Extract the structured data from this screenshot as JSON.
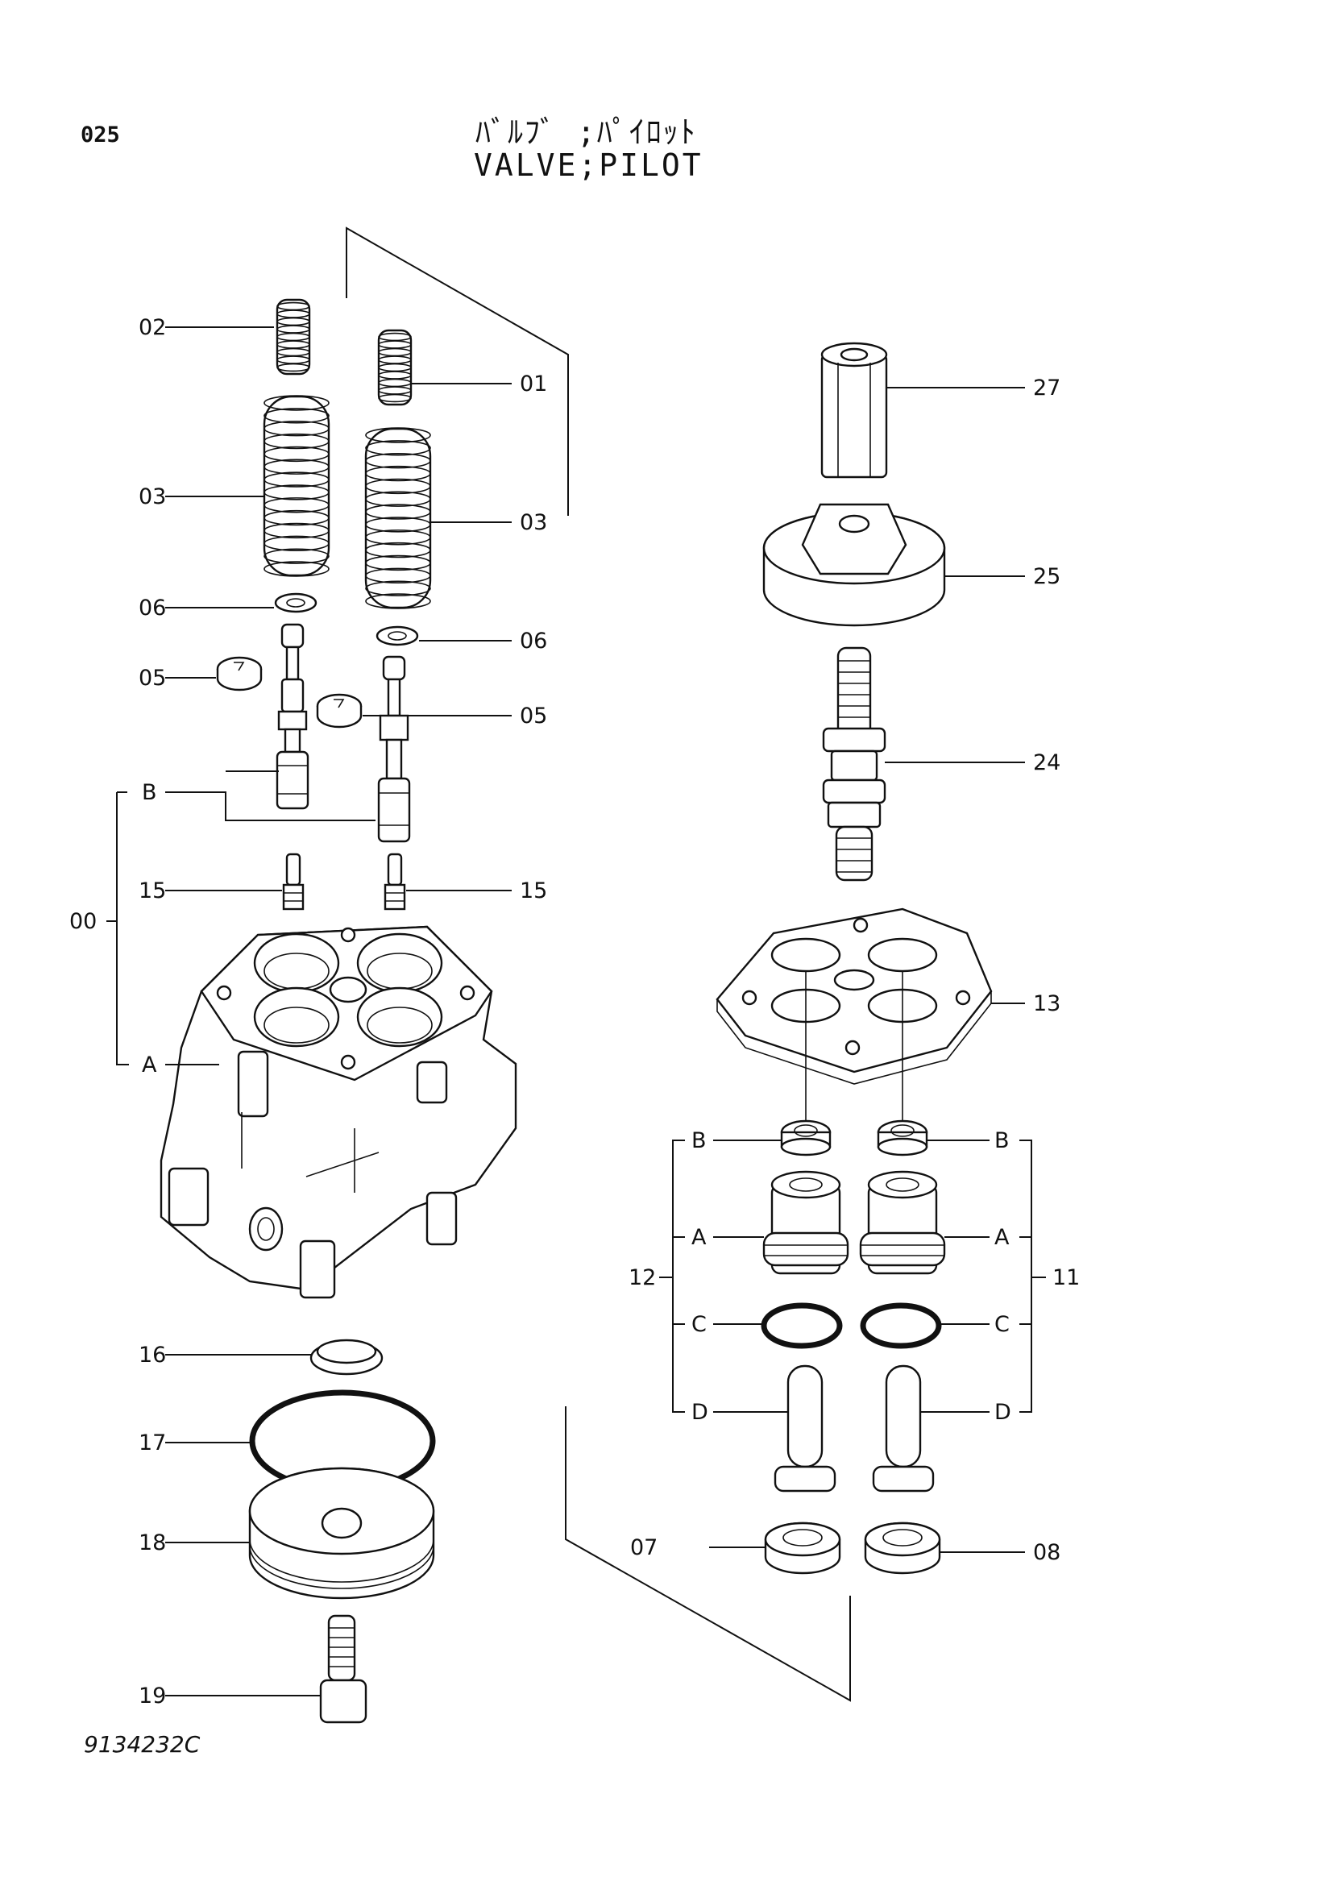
{
  "header": {
    "page_no": "025",
    "title_jp": "ﾊﾞﾙﾌﾞ ;ﾊﾟｲﾛｯﾄ",
    "title_en": "VALVE;PILOT"
  },
  "drawing_no": "9134232C",
  "callouts": {
    "c00": "00",
    "c01": "01",
    "c02": "02",
    "c03a": "03",
    "c03b": "03",
    "c05a": "05",
    "c05b": "05",
    "c06a": "06",
    "c06b": "06",
    "c07": "07",
    "c08": "08",
    "c11": "11",
    "c12": "12",
    "c13": "13",
    "c15a": "15",
    "c15b": "15",
    "c16": "16",
    "c17": "17",
    "c18": "18",
    "c19": "19",
    "c24": "24",
    "c25": "25",
    "c27": "27",
    "sub_a_left": "A",
    "sub_b_left": "B",
    "sub_b12": "B",
    "sub_a12": "A",
    "sub_c12": "C",
    "sub_d12": "D",
    "sub_b11": "B",
    "sub_a11": "A",
    "sub_c11": "C",
    "sub_d11": "D"
  }
}
